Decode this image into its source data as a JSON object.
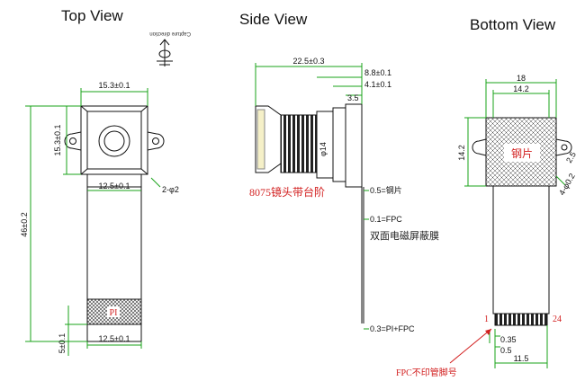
{
  "titles": {
    "top": "Top View",
    "side": "Side View",
    "bottom": "Bottom View"
  },
  "capture_direction": "Capture direction",
  "top_view": {
    "width_top": "15.3±0.1",
    "height_left": "15.3±0.1",
    "width_mid": "12.5±0.1",
    "hole": "2-φ2",
    "total_height": "46±0.2",
    "tab_height": "5±0.1",
    "width_bottom": "12.5±0.1",
    "pi_label": "PI"
  },
  "side_view": {
    "total_length": "22.5±0.3",
    "dim_a": "8.8±0.1",
    "dim_b": "4.1±0.1",
    "dim_c": "3.5",
    "diameter": "φ14",
    "lens_note": "8075镜头带台阶",
    "steel_thk": "0.5=钢片",
    "fpc_thk": "0.1=FPC",
    "shield_note": "双面电磁屏蔽膜",
    "pi_fpc": "0.3=PI+FPC"
  },
  "bottom_view": {
    "width_total": "18",
    "width_inner": "14.2",
    "height": "14.2",
    "side_dim": "2.5",
    "hole_note": "4-φ0.2",
    "steel_label": "钢片",
    "pin_first": "1",
    "pin_last": "24",
    "pitch": "0.35",
    "pad": "0.5",
    "connector_width": "11.5",
    "fpc_note": "FPC不印管脚号"
  }
}
